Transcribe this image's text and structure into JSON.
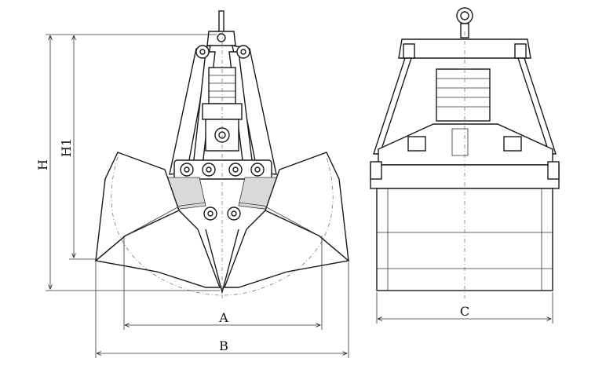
{
  "dimensions": {
    "H": "H",
    "H1": "H1",
    "A": "A",
    "B": "B",
    "C": "C"
  }
}
